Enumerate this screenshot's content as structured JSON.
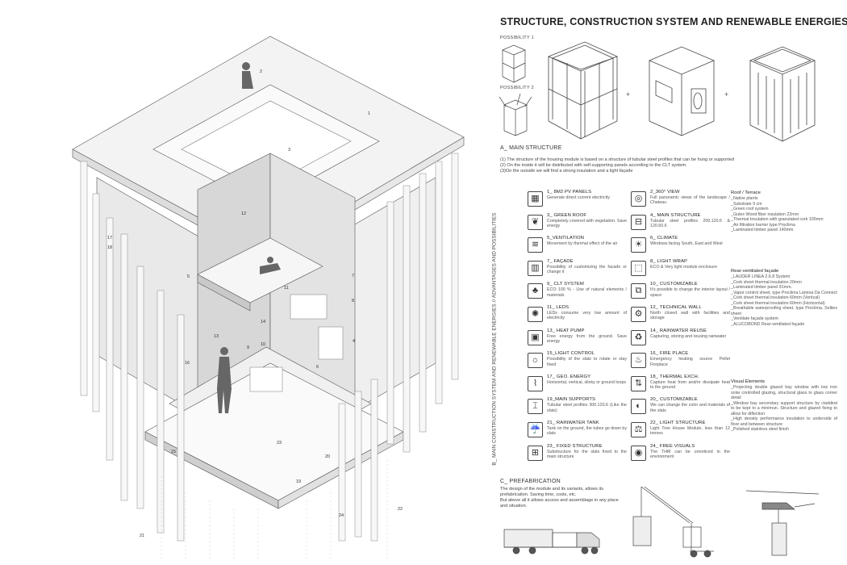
{
  "title": "STRUCTURE, CONSTRUCTION SYSTEM AND RENEWABLE ENERGIES",
  "possibility_1": "POSSIBILITY 1",
  "possibility_2": "POSSIBILITY 2",
  "plus": "+",
  "section_a": "A_ MAIN STRUCTURE",
  "main_structure_text": [
    "(1) The structure of the housing module is based on a structure of tubular steel profiles that can be hung or supported",
    "(2) On the inside it will be distributed with self-supporting panels according to the CLT system.",
    "(3)On the outside we will find a strong insulation and a light façade"
  ],
  "section_b": "B_ MAIN CONSTRUCTION SYSTEM AND RENEWABLE ENERGIES // ADVANTAGES AND POSSIBILITIES",
  "features_left": [
    {
      "title": "1_ 8M2 PV PANELS",
      "desc": "Generate direct current electricity",
      "icon": "solar-panel-icon",
      "glyph": "▦"
    },
    {
      "title": "3_ GREEN ROOF",
      "desc": "Completely covered with vegetation. Save energy",
      "icon": "leaf-icon",
      "glyph": "❦"
    },
    {
      "title": "5_VENTILATION",
      "desc": "Movement by thermal effect of the air",
      "icon": "wind-icon",
      "glyph": "≋"
    },
    {
      "title": "7_ FAÇADE",
      "desc": "Possibility of customizing the facade or change it",
      "icon": "facade-icon",
      "glyph": "▥"
    },
    {
      "title": "9_ CLT SYSTEM",
      "desc": "ECO 100 % - Use of natural elements / materials",
      "icon": "trees-icon",
      "glyph": "♣"
    },
    {
      "title": "11_ LEDS",
      "desc": "LEDs consume very low amount of electricity",
      "icon": "light-bulb-icon",
      "glyph": "✺"
    },
    {
      "title": "13_ HEAT PUMP",
      "desc": "Free energy from the ground. Save energy",
      "icon": "heat-pump-icon",
      "glyph": "▣"
    },
    {
      "title": "15_LIGHT CONTROL",
      "desc": "Possibility of the slats to rotate or stay fixed",
      "icon": "light-control-icon",
      "glyph": "☼"
    },
    {
      "title": "17_ GEO. ENERGY",
      "desc": "Horizontal, vertical, slinky or ground loops",
      "icon": "geothermal-icon",
      "glyph": "⌇"
    },
    {
      "title": "19_MAIN SUPPORTS",
      "desc": "Tubular steel profiles 300.120.6 (Like the slats)",
      "icon": "column-icon",
      "glyph": "⌶"
    },
    {
      "title": "21_ RAINWATER TANK",
      "desc": "Tank on the ground, the tubes go down by slats",
      "icon": "rain-tank-icon",
      "glyph": "☔"
    },
    {
      "title": "23_ FIXED STRUCTURE",
      "desc": "Substructure for the slats fixed to the main structure",
      "icon": "grid-structure-icon",
      "glyph": "⊞"
    }
  ],
  "features_right": [
    {
      "title": "2_360° VIEW",
      "desc": "Full panoramic views of the landscape / Chateau",
      "icon": "view-360-icon",
      "glyph": "◎"
    },
    {
      "title": "4_ MAIN STRUCTURE",
      "desc": "Tubular steel profiles 200.120.6 & 120.60.6",
      "icon": "structure-icon",
      "glyph": "⊟"
    },
    {
      "title": "6_ CLIMATE",
      "desc": "Windows facing South, East and West",
      "icon": "sun-cloud-icon",
      "glyph": "☀"
    },
    {
      "title": "8_ LIGHT WRAP",
      "desc": "ECO & Very light module enclosure",
      "icon": "light-wrap-icon",
      "glyph": "⬚"
    },
    {
      "title": "10_ CUSTOMIZABLE",
      "desc": "It's possible to change the interior layout / space",
      "icon": "layout-icon",
      "glyph": "⧉"
    },
    {
      "title": "12_ TECHNICAL WALL",
      "desc": "North closed wall with facilities and storage",
      "icon": "gear-icon",
      "glyph": "⚙"
    },
    {
      "title": "14_ RAINWATER REUSE",
      "desc": "Capturing, storing and reusing rainwater",
      "icon": "recycle-icon",
      "glyph": "♻"
    },
    {
      "title": "16_ FIRE PLACE",
      "desc": "Emergency heating source Pellet Fireplace",
      "icon": "fire-icon",
      "glyph": "♨"
    },
    {
      "title": "18_ THERMAL EXCH.",
      "desc": "Capture heat from and/or dissipate heat to the ground",
      "icon": "thermal-exchange-icon",
      "glyph": "⇅"
    },
    {
      "title": "20_ CUSTOMIZABLE",
      "desc": "We can change the color and materials of the slats",
      "icon": "palette-icon",
      "glyph": "◐"
    },
    {
      "title": "22_ LIGHT STRUCTURE",
      "desc": "Light Tree House Module, less than 12 tonnes",
      "icon": "weight-icon",
      "glyph": "⚖"
    },
    {
      "title": "24_ FREE VISUALS",
      "desc": "The THM can be unnoticed in the environment",
      "icon": "eye-icon",
      "glyph": "◉"
    }
  ],
  "roof": {
    "heading": "Roof / Terrace",
    "lines": [
      "_Native plants",
      "_Substrate 9 cm",
      "_Green roof system",
      "_Gutex Wood fiber insulation 22mm",
      "_Thermal Insulation with granulated cork 105mm",
      "_Air filtration barrier type Proclima",
      "_Laminated timber panel 140mm"
    ]
  },
  "facade": {
    "heading": "Rear-ventilated façade",
    "lines": [
      "_LAUDER LINEA 2.6.8 System",
      "_Cork sheet thermal insulation 20mm",
      "_Laminated timber panel 91mm.",
      "_Vapor control sheet, type Proclima Lámina Da Connect",
      "_Cork sheet thermal insulation 60mm (Vertical)",
      "_Cork sheet thermal insulation 60mm (Horizontal)",
      "_Breathable waterproofing sheet, type Proclima, Solitex sheet",
      "_Ventilate façade system",
      "_ALUCOBOND Rear-ventilated façade"
    ]
  },
  "visual": {
    "heading": "Visual Elements",
    "lines": [
      "_Projecting double glazed bay window with low iron solar controlled glazing, structural glass to glass corner detail",
      "_Window bay secondary support structure by claddind to be kept to a minimun. Structure and glazed fixing to allow for diflection",
      "_High density performance insulation to underside of floor and between structure",
      "_Polished stainless steel finish"
    ]
  },
  "section_c": "C_ PREFABRICATION",
  "prefab_text": [
    "The design of the module and its variants, allows its prefabrication. Saving time, costs, etc.",
    "But above all it allows access and assemblage in any place and situation."
  ],
  "callouts": [
    "1",
    "2",
    "3",
    "4",
    "5",
    "6",
    "7",
    "8",
    "9",
    "10",
    "11",
    "12",
    "13",
    "14",
    "15",
    "16",
    "17",
    "18",
    "19",
    "20",
    "21",
    "22",
    "23",
    "24"
  ]
}
